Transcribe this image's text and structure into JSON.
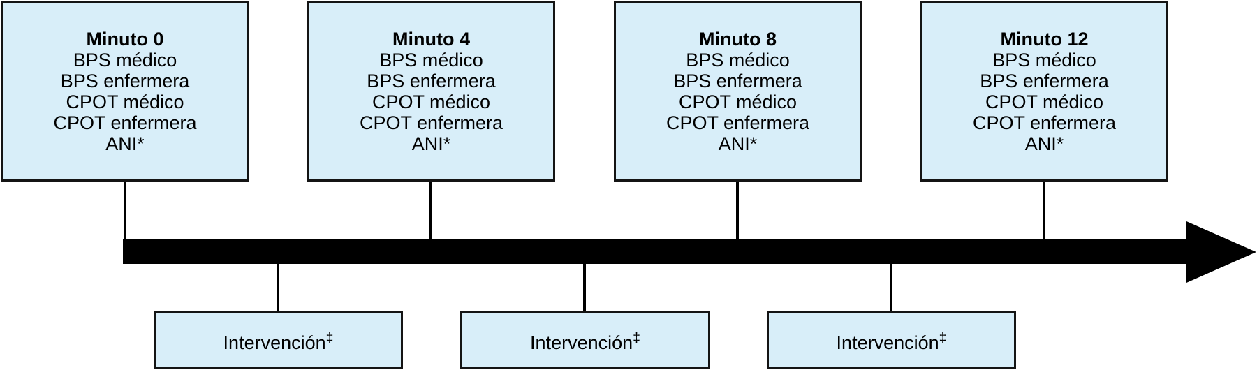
{
  "colors": {
    "box_fill": "#d8eef9",
    "box_border": "#141414",
    "arrow": "#000000",
    "text": "#000000",
    "background": "#ffffff"
  },
  "timeline": {
    "assessments": [
      {
        "title": "Minuto 0",
        "items": [
          "BPS médico",
          "BPS enfermera",
          "CPOT médico",
          "CPOT enfermera",
          "ANI*"
        ]
      },
      {
        "title": "Minuto 4",
        "items": [
          "BPS médico",
          "BPS enfermera",
          "CPOT médico",
          "CPOT enfermera",
          "ANI*"
        ]
      },
      {
        "title": "Minuto 8",
        "items": [
          "BPS médico",
          "BPS enfermera",
          "CPOT médico",
          "CPOT enfermera",
          "ANI*"
        ]
      },
      {
        "title": "Minuto 12",
        "items": [
          "BPS médico",
          "BPS enfermera",
          "CPOT médico",
          "CPOT enfermera",
          "ANI*"
        ]
      }
    ],
    "interventions": [
      {
        "label": "Intervención",
        "superscript": "‡"
      },
      {
        "label": "Intervención",
        "superscript": "‡"
      },
      {
        "label": "Intervención",
        "superscript": "‡"
      }
    ]
  }
}
